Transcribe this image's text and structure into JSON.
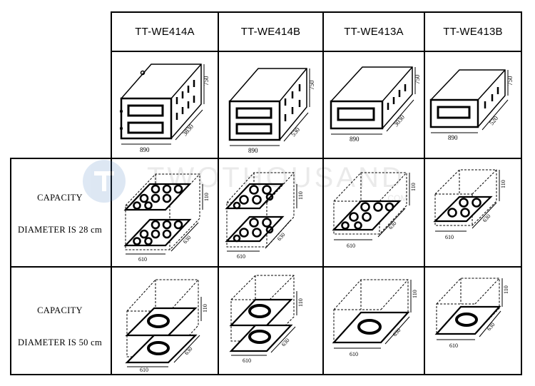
{
  "columns": [
    "TT-WE414A",
    "TT-WE414B",
    "TT-WE413A",
    "TT-WE413B"
  ],
  "rows": [
    {
      "label_line1": "CAPACITY",
      "label_line2": "DIAMETER IS 28 cm"
    },
    {
      "label_line1": "CAPACITY",
      "label_line2": "DIAMETER IS 50 cm"
    }
  ],
  "dimensions": {
    "oven_width": "890",
    "oven_height": "750",
    "oven_depth_a": "3830",
    "oven_depth_b": "530",
    "oven_depth_c": "3030",
    "oven_depth_d": "520",
    "deck_width": "610",
    "deck_depth": "630",
    "deck_height": "110"
  },
  "watermark": "TWOTHOUSAND",
  "watermark_sub": ".COM"
}
